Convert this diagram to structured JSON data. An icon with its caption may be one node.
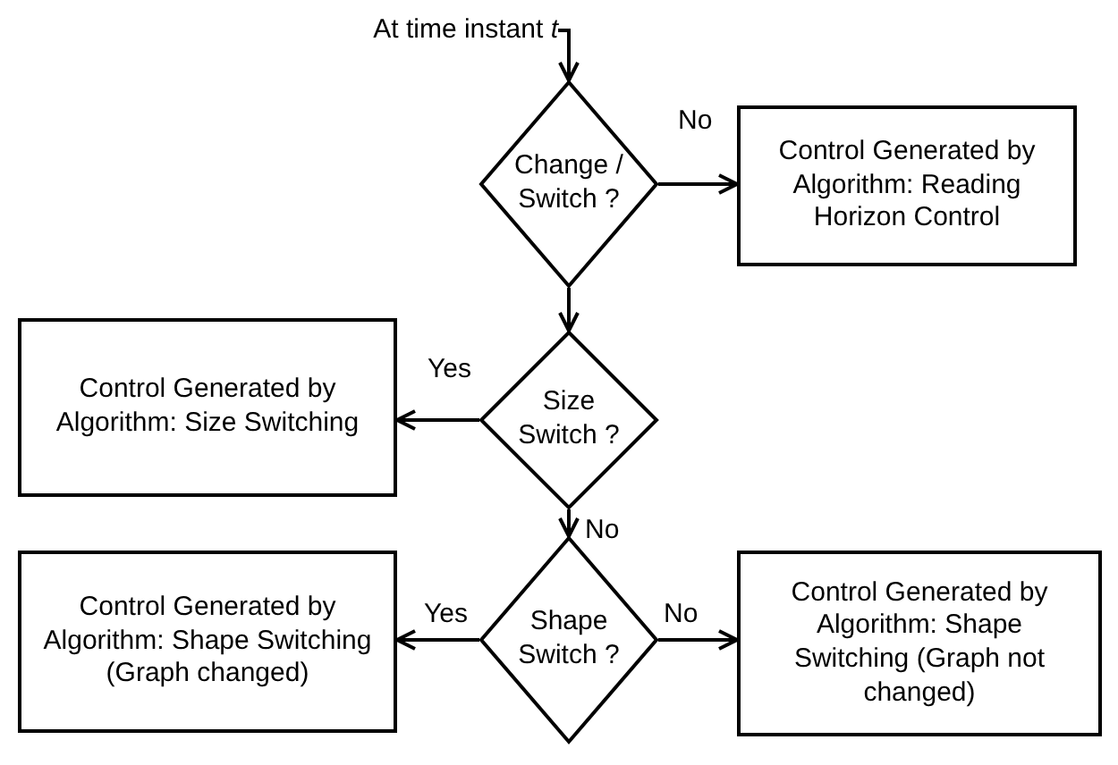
{
  "diagram": {
    "nodes": [
      {
        "text": [
          "At time instant *t*"
        ]
      },
      {
        "text": [
          "Change / Switch ?"
        ]
      },
      {
        "text": [
          "Control Generated by Algorithm: Reading Horizon Control"
        ]
      },
      {
        "text": [
          "Size Switch ?"
        ]
      },
      {
        "text": [
          "Control Generated by Algorithm: Size Switching"
        ]
      },
      {
        "text": [
          "Shape Switch ?"
        ]
      },
      {
        "text": [
          "Control Generated by Algorithm: Shape Switching (Graph changed)"
        ]
      },
      {
        "text": [
          "Control Generated by Algorithm: Shape Switching (Graph not changed)"
        ]
      }
    ],
    "edges": [
      {
        "from": 0,
        "to": 1,
        "arrow": "to"
      },
      {
        "from": 1,
        "to": 2,
        "arrow": "to",
        "label": "No"
      },
      {
        "from": 1,
        "to": 3,
        "arrow": "to"
      },
      {
        "from": 3,
        "to": 4,
        "arrow": "to",
        "label": "Yes"
      },
      {
        "from": 3,
        "to": 5,
        "arrow": "to",
        "label": "No"
      },
      {
        "from": 5,
        "to": 6,
        "arrow": "to",
        "label": "Yes"
      },
      {
        "from": 5,
        "to": 7,
        "arrow": "to",
        "label": "No"
      }
    ]
  }
}
